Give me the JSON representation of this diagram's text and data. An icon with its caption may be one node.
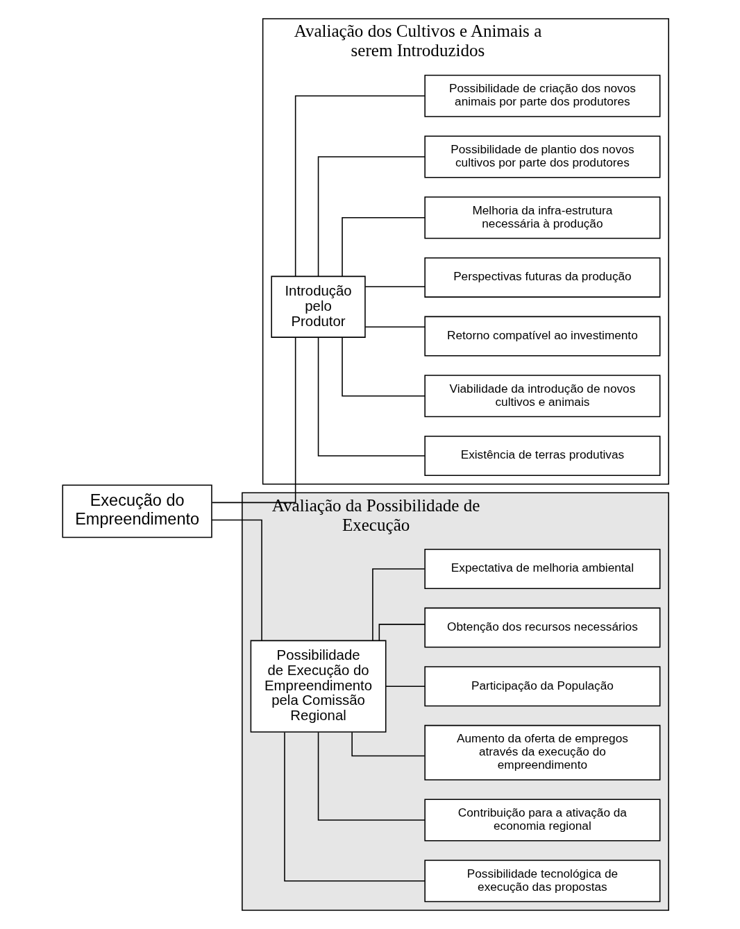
{
  "diagram": {
    "nodes": [
      {
        "text": [
          "Execução do Empreendimento"
        ]
      },
      {
        "text": [
          "Avaliação dos Cultivos e Animais a serem Introduzidos"
        ]
      },
      {
        "text": [
          "Introdução pelo Produtor"
        ],
        "in": 1
      },
      {
        "text": [
          "Existência de terras produtivas"
        ],
        "in": 1
      },
      {
        "text": [
          "Viabilidade da introdução de novos cultivos e animais"
        ],
        "in": 1
      },
      {
        "text": [
          "Retorno compatível ao investimento"
        ],
        "in": 1
      },
      {
        "text": [
          "Perspectivas futuras da produção"
        ],
        "in": 1
      },
      {
        "text": [
          "Melhoria da infra-estrutura necessária à produção"
        ],
        "in": 1
      },
      {
        "text": [
          "Possibilidade de plantio dos novos cultivos por parte dos produtores"
        ],
        "in": 1
      },
      {
        "text": [
          "Possibilidade de criação dos novos animais por parte dos produtores"
        ],
        "in": 1
      },
      {
        "text": [
          "Avaliação da Possibilidade de Execução"
        ]
      },
      {
        "text": [
          "Possibilidade de Execução do Empreendimento pela Comissão Regional"
        ],
        "in": 10
      },
      {
        "text": [
          "Possibilidade tecnológica de execução das propostas"
        ],
        "in": 10
      },
      {
        "text": [
          "Contribuição para a ativação da economia regional"
        ],
        "in": 10
      },
      {
        "text": [
          "Aumento da oferta de empregos através da execução do empreendimento"
        ],
        "in": 10
      },
      {
        "text": [
          "Participação da População"
        ],
        "in": 10
      },
      {
        "text": [
          "Obtenção dos recursos necessários"
        ],
        "in": 10
      },
      {
        "text": [
          "Expectativa de melhoria ambiental"
        ],
        "in": 10
      }
    ],
    "edges": [
      {
        "from": 0,
        "to": 2,
        "arrow": "none"
      },
      {
        "from": 0,
        "to": 11,
        "arrow": "none"
      },
      {
        "from": 2,
        "to": 3,
        "arrow": "none"
      },
      {
        "from": 2,
        "to": 4,
        "arrow": "none"
      },
      {
        "from": 2,
        "to": 5,
        "arrow": "none"
      },
      {
        "from": 2,
        "to": 6,
        "arrow": "none"
      },
      {
        "from": 2,
        "to": 7,
        "arrow": "none"
      },
      {
        "from": 2,
        "to": 8,
        "arrow": "none"
      },
      {
        "from": 2,
        "to": 9,
        "arrow": "none"
      },
      {
        "from": 11,
        "to": 12,
        "arrow": "none"
      },
      {
        "from": 11,
        "to": 13,
        "arrow": "none"
      },
      {
        "from": 11,
        "to": 14,
        "arrow": "none"
      },
      {
        "from": 11,
        "to": 15,
        "arrow": "none"
      },
      {
        "from": 11,
        "to": 16,
        "arrow": "none"
      },
      {
        "from": 11,
        "to": 17,
        "arrow": "none"
      }
    ]
  }
}
